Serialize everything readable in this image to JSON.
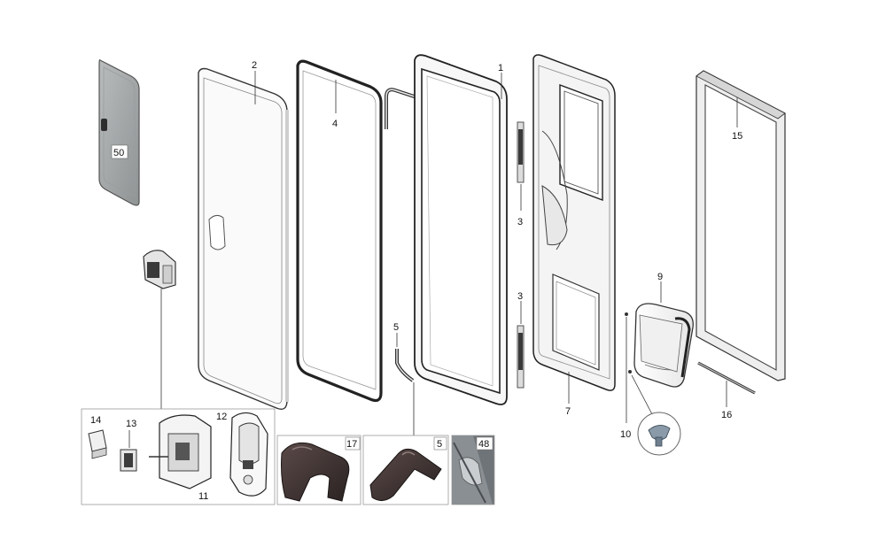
{
  "parts": [
    {
      "number": "1"
    },
    {
      "number": "2"
    },
    {
      "number": "3"
    },
    {
      "number": "3"
    },
    {
      "number": "4"
    },
    {
      "number": "5"
    },
    {
      "number": "5"
    },
    {
      "number": "5"
    },
    {
      "number": "7"
    },
    {
      "number": "9"
    },
    {
      "number": "10"
    },
    {
      "number": "11"
    },
    {
      "number": "12"
    },
    {
      "number": "13"
    },
    {
      "number": "14"
    },
    {
      "number": "15"
    },
    {
      "number": "16"
    },
    {
      "number": "17"
    },
    {
      "number": "48"
    },
    {
      "number": "50"
    }
  ]
}
